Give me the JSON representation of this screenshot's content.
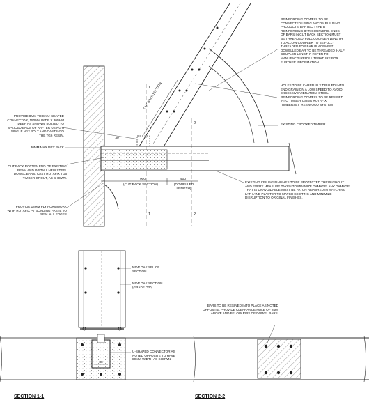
{
  "top_detail": {
    "notes_right": [
      "REINFORCING DOWELS TO BE CONNECTED USING ANCON BUILDING PRODUCTS 'BARTEC TYPE B' REINFORCING BAR COUPLERS. ENDS OF BARS IN CUT BACK SECTION MUST BE THREADED 'FULL COUPLER LENGTH' TO ALLOW COUPLER TO BE FULLY THREADED FOR BAR PLACEMENT. DOWELLED BAR TO BE THREADED 'HALF COUPLER LENGTH'. REFER TO MANUFACTURER'S LITERATURE FOR FURTHER INFORMATION.",
      "HOLES TO BE CAREFULLY DRILLED INTO END GRAIN ON A LOW SPEED TO AVOID EXCESSIVE VIBRATION. STEEL REINFORCING DOWELS TO BE RESINED INTO TIMBER USING ROTAFIX 'TIMBERSET' RESIWOOD SYSTEM.",
      "EXISTING CROOKED TIMBER",
      "EXISTING CEILING FINISHES TO BE PROTECTED THROUGHOUT AND EVERY MEASURE TAKEN TO MINIMIZE DAMAGE. ANY DAMAGE THAT IS UNAVOIDABLE MUST BE PATCH REPAIRED IN MATCHING LATH AND PLASTER TO MATCH EXISTING AND MINIMIZE DISRUPTION TO ORIGINAL FINISHES."
    ],
    "notes_left": [
      "PROVIDE 8mm THICK U-SHAPED CONNECTOR, 150mm WIDE x 300mm DEEP AS SHOWN, BOLTED TO SPLICED ENDS OF RAFTER USING A SINGLE M12 BOLT AND CAST INTO THE TG6 RESIN.",
      "30mm MAX DRY PACK",
      "CUT BACK ROTTEN END OF EXISTING BEAM AND INSTALL NEW STEEL DOWEL BARS. CAST ROTAFIX TG6 TIMBER GROUT, AS SHOWN.",
      "PROVIDE 18mm PLY FORMWORK WITH ROTAFIX P7 BONDING PASTE TO SEAL ALL EDGES"
    ],
    "cut_back_label": "CUT BACK SECTION",
    "dim_900": "900",
    "dim_900_label": "(CUT BACK SECTION)",
    "dim_400": "400",
    "dim_400_label": "(DOWELLED LENGTH)",
    "dim_30": "30",
    "mark_1": "1",
    "mark_2": "2"
  },
  "section_1": {
    "title": "SECTION 1-1",
    "notes": [
      "NEW OAK SPLICE SECTION",
      "NEW OAK SECTION (GRADE D30)",
      "U-SHAPED CONNECTOR AS NOTED OPPOSITE TO HAVE 80mm WIDTH AS SHOWN."
    ],
    "dim_80": "80"
  },
  "section_2": {
    "title": "SECTION 2-2",
    "notes": [
      "BARS TO BE RESINED INTO PLACE AS NOTED OPPOSITE. PROVIDE CLEARANCE HOLE OF 2mm ABOVE AND BELOW RIBS OF DOWEL BARS."
    ]
  }
}
